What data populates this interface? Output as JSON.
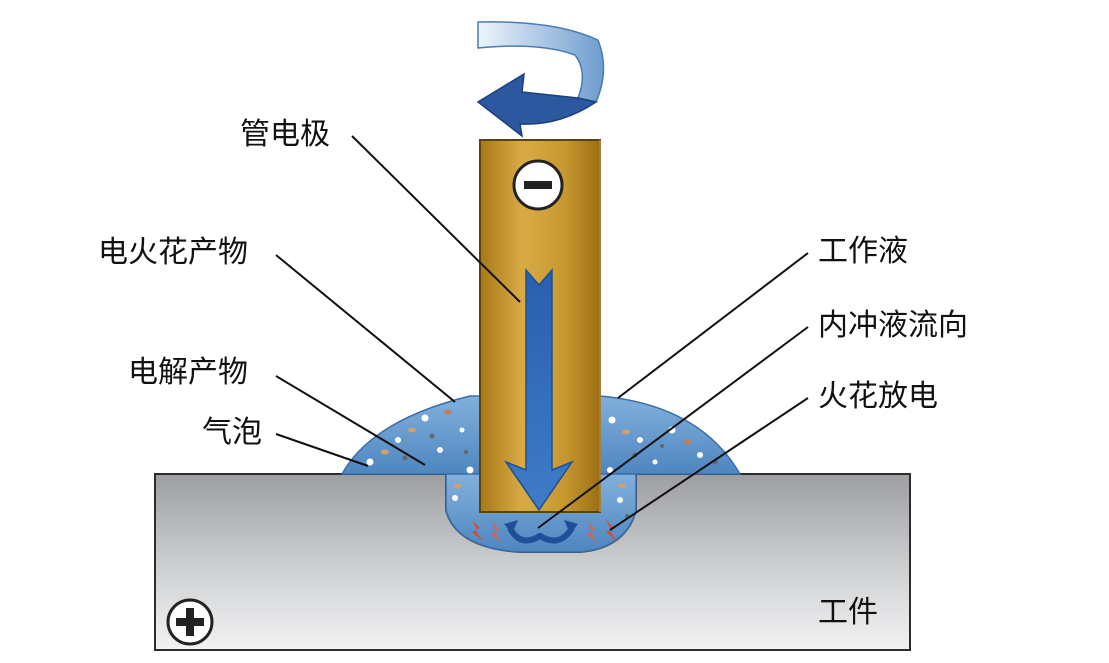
{
  "diagram": {
    "labels": {
      "tube_electrode": "管电极",
      "spark_products": "电火花产物",
      "electrolysis_products": "电解产物",
      "bubbles": "气泡",
      "working_fluid": "工作液",
      "internal_flow_direction": "内冲液流向",
      "spark_discharge": "火花放电",
      "workpiece": "工件"
    },
    "signs": {
      "electrode_polarity": "−",
      "workpiece_polarity": "+"
    },
    "colors": {
      "electrode": "#c99a2e",
      "arrow": "#2f67b3",
      "fluid": "#6e9fcf",
      "workpiece": "#9a9c9f",
      "spark": "#d84a2a"
    }
  }
}
